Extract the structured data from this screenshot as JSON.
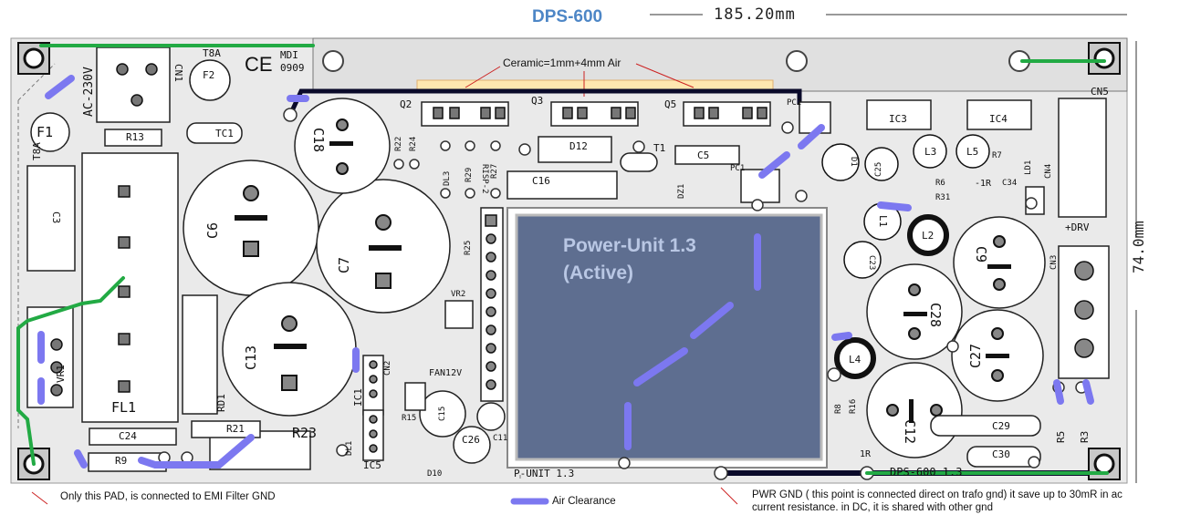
{
  "title": "DPS-600",
  "dimensions": {
    "width": "185.20mm",
    "height": "74.0mm"
  },
  "labels": {
    "ceramic": "Ceramic=1mm+4mm Air",
    "power_unit_line1": "Power-Unit 1.3",
    "power_unit_line2": "(Active)",
    "p_unit": "P-UNIT 1.3",
    "dps_version": "DPS-600 1.3",
    "ac_230v": "AC-230V",
    "mdi": "MDI",
    "mdi_code": "0909",
    "ce": "CE",
    "drv": "+DRV",
    "fan": "FAN12V",
    "risp": "RISP-2",
    "one_r_a": "-1R",
    "one_r_b": "1R"
  },
  "refs": {
    "f1": "F1",
    "f2": "F2",
    "t8a_a": "T8A",
    "t8a_b": "T8A",
    "cn1": "CN1",
    "r13": "R13",
    "tc1": "TC1",
    "c3": "C3",
    "fl1": "FL1",
    "vr1": "VR1",
    "c24": "C24",
    "r9": "R9",
    "r21": "R21",
    "r23": "R23",
    "rd1": "RD1",
    "c6": "C6",
    "c7": "C7",
    "c13": "C13",
    "c18": "C18",
    "q2": "Q2",
    "r22": "R22",
    "r24": "R24",
    "dl3": "DL3",
    "r29": "R29",
    "r27": "R27",
    "r25": "R25",
    "q3": "Q3",
    "q5": "Q5",
    "d12": "D12",
    "t1": "T1",
    "c5": "C5",
    "c16": "C16",
    "pc1": "PC1",
    "pc2": "PC2",
    "dz1": "DZ1",
    "ic3": "IC3",
    "ic4": "IC4",
    "cn5": "CN5",
    "cn4": "CN4",
    "d1": "D1",
    "c25": "C25",
    "l3": "L3",
    "l5": "L5",
    "r7": "R7",
    "ld1": "LD1",
    "r6": "R6",
    "r31": "R31",
    "c34": "C34",
    "l1": "L1",
    "l2": "L2",
    "c23": "C23",
    "c9": "C9",
    "cn3": "CN3",
    "c28": "C28",
    "c27": "C27",
    "l4": "L4",
    "r8": "R8",
    "r16": "R16",
    "c12": "C12",
    "c29": "C29",
    "c30": "C30",
    "r5": "R5",
    "r3": "R3",
    "vr2": "VR2",
    "cn2": "CN2",
    "ic1": "IC1",
    "dl1": "DL1",
    "ic5": "IC5",
    "c15": "C15",
    "c26": "C26",
    "c11": "C11",
    "r15": "R15",
    "d10": "D10"
  },
  "legend": {
    "emi_note": "Only this PAD, is connected to EMI Filter GND",
    "air_clearance": "Air Clearance",
    "pwr_gnd_note": "PWR GND ( this point is connected direct on trafo gnd) it save up to 30mR in ac current resistance. in DC, it is shared with other gnd"
  },
  "colors": {
    "board": "#eaeaea",
    "trace_black": "#0a0a2a",
    "air_clearance": "#7c78f0",
    "emi_wire": "#22aa44",
    "power_unit_fill": "#5e6e90",
    "title_blue": "#4d86c6",
    "ceramic_fill": "#ffe8b0",
    "note_red": "#cc2222"
  }
}
